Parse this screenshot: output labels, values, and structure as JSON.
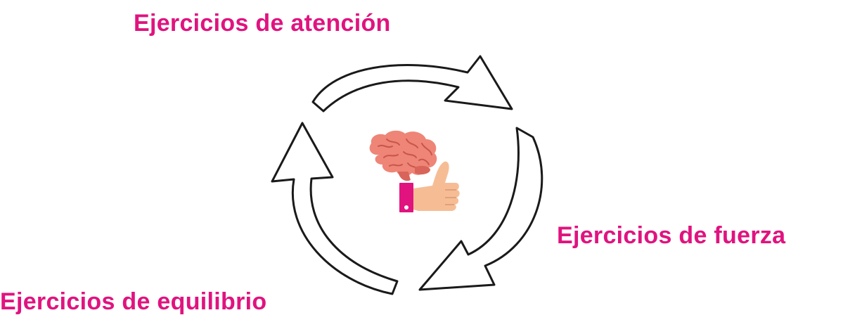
{
  "colors": {
    "accent": "#e0137f",
    "outline": "#1a1a1a",
    "brain_fill": "#ee8577",
    "brain_dark": "#d9655a",
    "hand_fill": "#f6bd95",
    "cuff_fill": "#e0137f"
  },
  "labels": {
    "top": "Ejercicios de atención",
    "right": "Ejercicios de fuerza",
    "bottom": "Ejercicios de equilibrio"
  },
  "icons": {
    "center": "brain-thumbs-up-icon"
  }
}
